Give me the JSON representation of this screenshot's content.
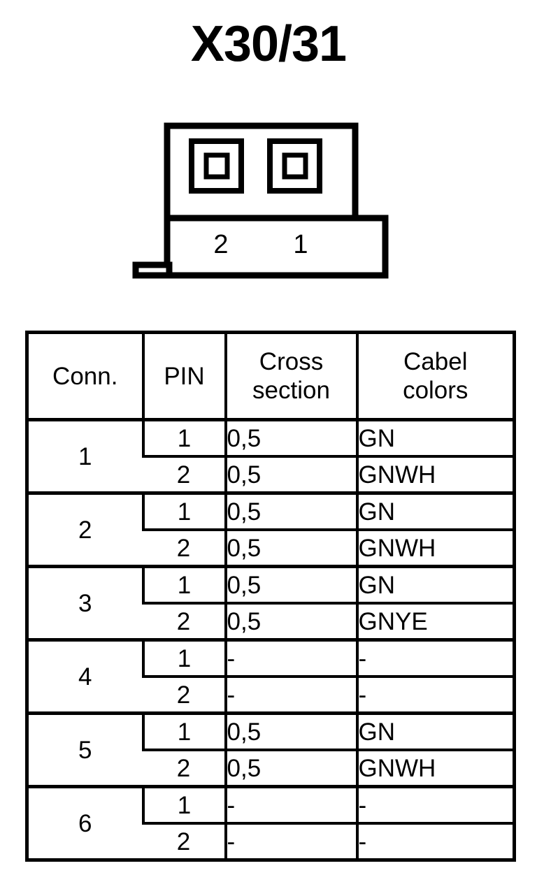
{
  "title": "X30/31",
  "connector": {
    "name": "connector-front-view",
    "pin_labels": [
      "2",
      "1"
    ],
    "socket_count": 2,
    "line_color": "#000000",
    "body_color": "#ffffff"
  },
  "table": {
    "headers": [
      {
        "id": "conn",
        "label": "Conn."
      },
      {
        "id": "pin",
        "label": "PIN"
      },
      {
        "id": "cross",
        "label_line1": "Cross",
        "label_line2": "section"
      },
      {
        "id": "colors",
        "label_line1": "Cabel",
        "label_line2": "colors"
      }
    ],
    "groups": [
      {
        "conn": "1",
        "rows": [
          {
            "pin": "1",
            "cross_section": "0,5",
            "cable_colors": "GN"
          },
          {
            "pin": "2",
            "cross_section": "0,5",
            "cable_colors": "GNWH"
          }
        ]
      },
      {
        "conn": "2",
        "rows": [
          {
            "pin": "1",
            "cross_section": "0,5",
            "cable_colors": "GN"
          },
          {
            "pin": "2",
            "cross_section": "0,5",
            "cable_colors": "GNWH"
          }
        ]
      },
      {
        "conn": "3",
        "rows": [
          {
            "pin": "1",
            "cross_section": "0,5",
            "cable_colors": "GN"
          },
          {
            "pin": "2",
            "cross_section": "0,5",
            "cable_colors": "GNYE"
          }
        ]
      },
      {
        "conn": "4",
        "rows": [
          {
            "pin": "1",
            "cross_section": "-",
            "cable_colors": "-"
          },
          {
            "pin": "2",
            "cross_section": "-",
            "cable_colors": "-"
          }
        ]
      },
      {
        "conn": "5",
        "rows": [
          {
            "pin": "1",
            "cross_section": "0,5",
            "cable_colors": "GN"
          },
          {
            "pin": "2",
            "cross_section": "0,5",
            "cable_colors": "GNWH"
          }
        ]
      },
      {
        "conn": "6",
        "rows": [
          {
            "pin": "1",
            "cross_section": "-",
            "cable_colors": "-"
          },
          {
            "pin": "2",
            "cross_section": "-",
            "cable_colors": "-"
          }
        ]
      }
    ]
  }
}
